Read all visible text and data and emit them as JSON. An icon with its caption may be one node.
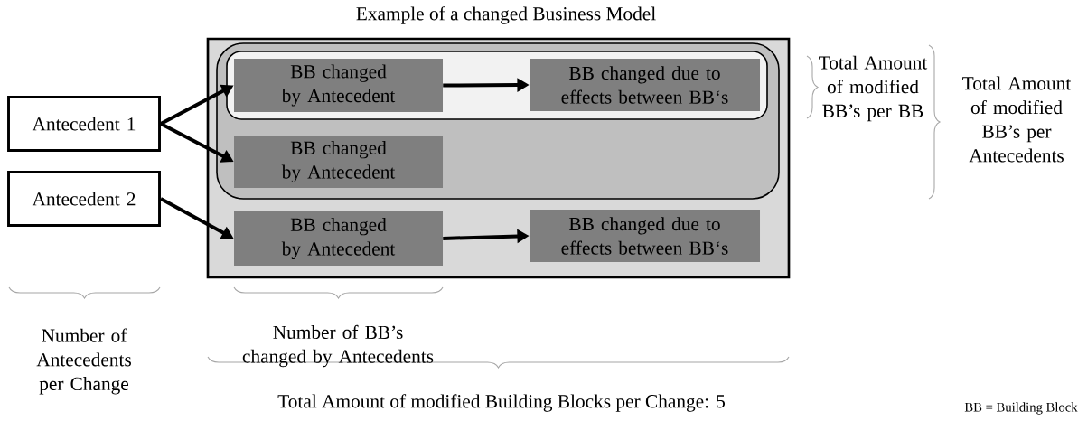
{
  "diagram": {
    "title": "Example of a changed Business Model",
    "nodes": [
      {
        "text": [
          "Antecedent 1"
        ]
      },
      {
        "text": [
          "Antecedent 2"
        ]
      },
      {
        "text": [],
        "shape": "box"
      },
      {
        "text": [],
        "shape": "box",
        "in": 2
      },
      {
        "text": [],
        "shape": "box",
        "in": 3
      },
      {
        "text": [
          "BB changed by Antecedent"
        ],
        "in": 4
      },
      {
        "text": [
          "BB changed due to effects between BB‘s"
        ],
        "in": 4
      },
      {
        "text": [
          "BB changed by Antecedent"
        ],
        "in": 3
      },
      {
        "text": [
          "BB changed by Antecedent"
        ],
        "in": 2
      },
      {
        "text": [
          "BB changed due to effects between BB‘s"
        ],
        "in": 2
      }
    ],
    "edges": [
      {
        "from": 0,
        "to": 5,
        "arrow": "to"
      },
      {
        "from": 0,
        "to": 7,
        "arrow": "to"
      },
      {
        "from": 1,
        "to": 8,
        "arrow": "to"
      },
      {
        "from": 5,
        "to": 6,
        "arrow": "to"
      },
      {
        "from": 8,
        "to": 9,
        "arrow": "to"
      }
    ],
    "labels": [
      "Total Amount of modified BB’s per BB",
      "Total Amount of modified BB’s per Antecedents",
      "Number of Antecedents per Change",
      "Number of BB’s changed by Antecedents",
      "Total Amount of modified Building Blocks per Change: 5",
      "BB = Building Block"
    ]
  }
}
